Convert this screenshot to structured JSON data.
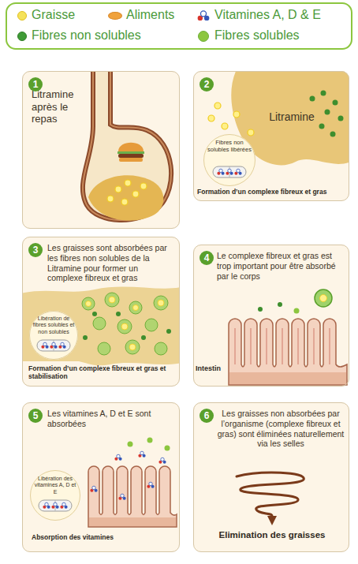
{
  "diagram": {
    "nodes": [
      {
        "text": [
          "Litramine après le repas"
        ]
      },
      {
        "text": [
          "Litramine",
          "Formation d’un complexe fibreux et gras"
        ]
      },
      {
        "text": [
          "Fibres non solubles libérées"
        ],
        "in": 1
      },
      {
        "text": [
          "Les graisses sont absorbées par les fibres non solubles de la Litramine pour former un complexe fibreux et gras",
          "Formation d’un complexe fibreux et gras et stabilisation"
        ]
      },
      {
        "text": [
          "Libération de fibres solubles et non solubles"
        ],
        "in": 3
      },
      {
        "text": [
          "Le complexe fibreux et gras est trop important pour être absorbé par le corps",
          "Intestin"
        ]
      },
      {
        "text": [
          "Les vitamines A, D et E sont absorbées",
          "Absorption des vitamines"
        ]
      },
      {
        "text": [
          "Libération des vitamines A, D et E"
        ],
        "in": 6
      },
      {
        "text": [
          "Les graisses non absorbées par l’organisme (complexe fibreux et gras) sont éliminées naturellement via les selles",
          "Elimination des graisses"
        ]
      }
    ],
    "labels": [
      "1",
      "2",
      "3",
      "4",
      "5",
      "6"
    ],
    "legend": [
      {
        "text": "Graisse",
        "color": "#f5e25a"
      },
      {
        "text": "Aliments",
        "color": "#f0a23c"
      },
      {
        "text": "Vitamines A, D & E"
      },
      {
        "text": "Fibres non solubles",
        "color": "#3f9b36"
      },
      {
        "text": "Fibres solubles",
        "color": "#8cc63f"
      }
    ]
  }
}
